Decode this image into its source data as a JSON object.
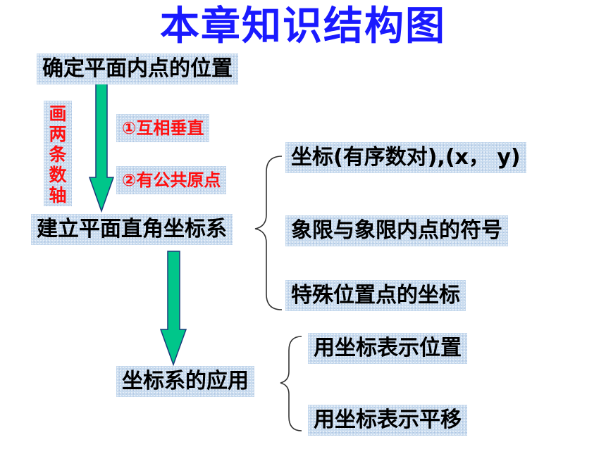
{
  "title": "本章知识结构图",
  "nodes": {
    "position": "确定平面内点的位置",
    "coordinate_system": "建立平面直角坐标系",
    "application": "坐标系的应用"
  },
  "draw_axes_label": "画两条数轴",
  "conditions": {
    "perpendicular": "①互相垂直",
    "common_origin": "②有公共原点"
  },
  "system_branches": {
    "coordinates": "坐标(有序数对),(x， y)",
    "quadrants": "象限与象限内点的符号",
    "special_points": "特殊位置点的坐标"
  },
  "application_branches": {
    "position": "用坐标表示位置",
    "translation": "用坐标表示平移"
  },
  "colors": {
    "title": "#1a1aff",
    "box_fill": "#c9dcef",
    "condition_text": "#ff1010",
    "arrow_fill": "#00c68a",
    "arrow_stroke": "#1a3a7a"
  }
}
